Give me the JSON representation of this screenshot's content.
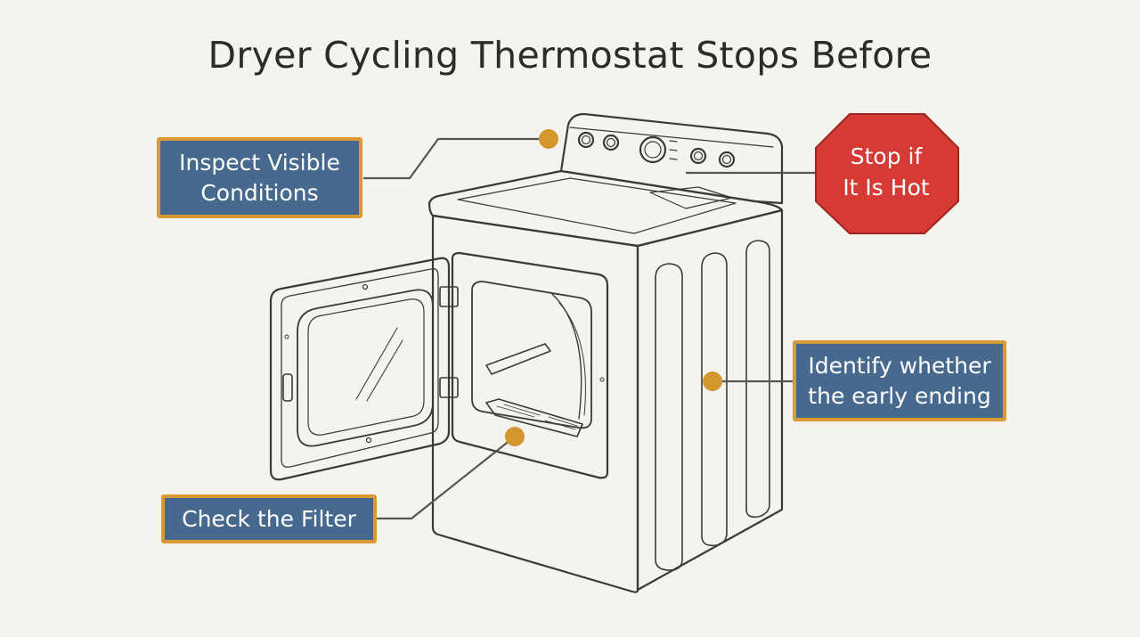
{
  "title": "Dryer Cycling Thermostat Stops Before",
  "callouts": {
    "inspect": {
      "line1": "Inspect Visible",
      "line2": "Conditions"
    },
    "stop": {
      "line1": "Stop if",
      "line2": "It Is Hot"
    },
    "identify": {
      "line1": "Identify whether",
      "line2": "the early ending"
    },
    "filter": {
      "label": "Check the Filter"
    }
  },
  "colors": {
    "background": "#f5f3ee",
    "callout_fill": "#46698d",
    "callout_border": "#d99a36",
    "marker": "#d4962f",
    "stop_sign": "#d53a34",
    "line_art": "#3a3a3a"
  },
  "icons": {
    "stop": "octagon-stop-sign",
    "markers": "orange-dot"
  }
}
